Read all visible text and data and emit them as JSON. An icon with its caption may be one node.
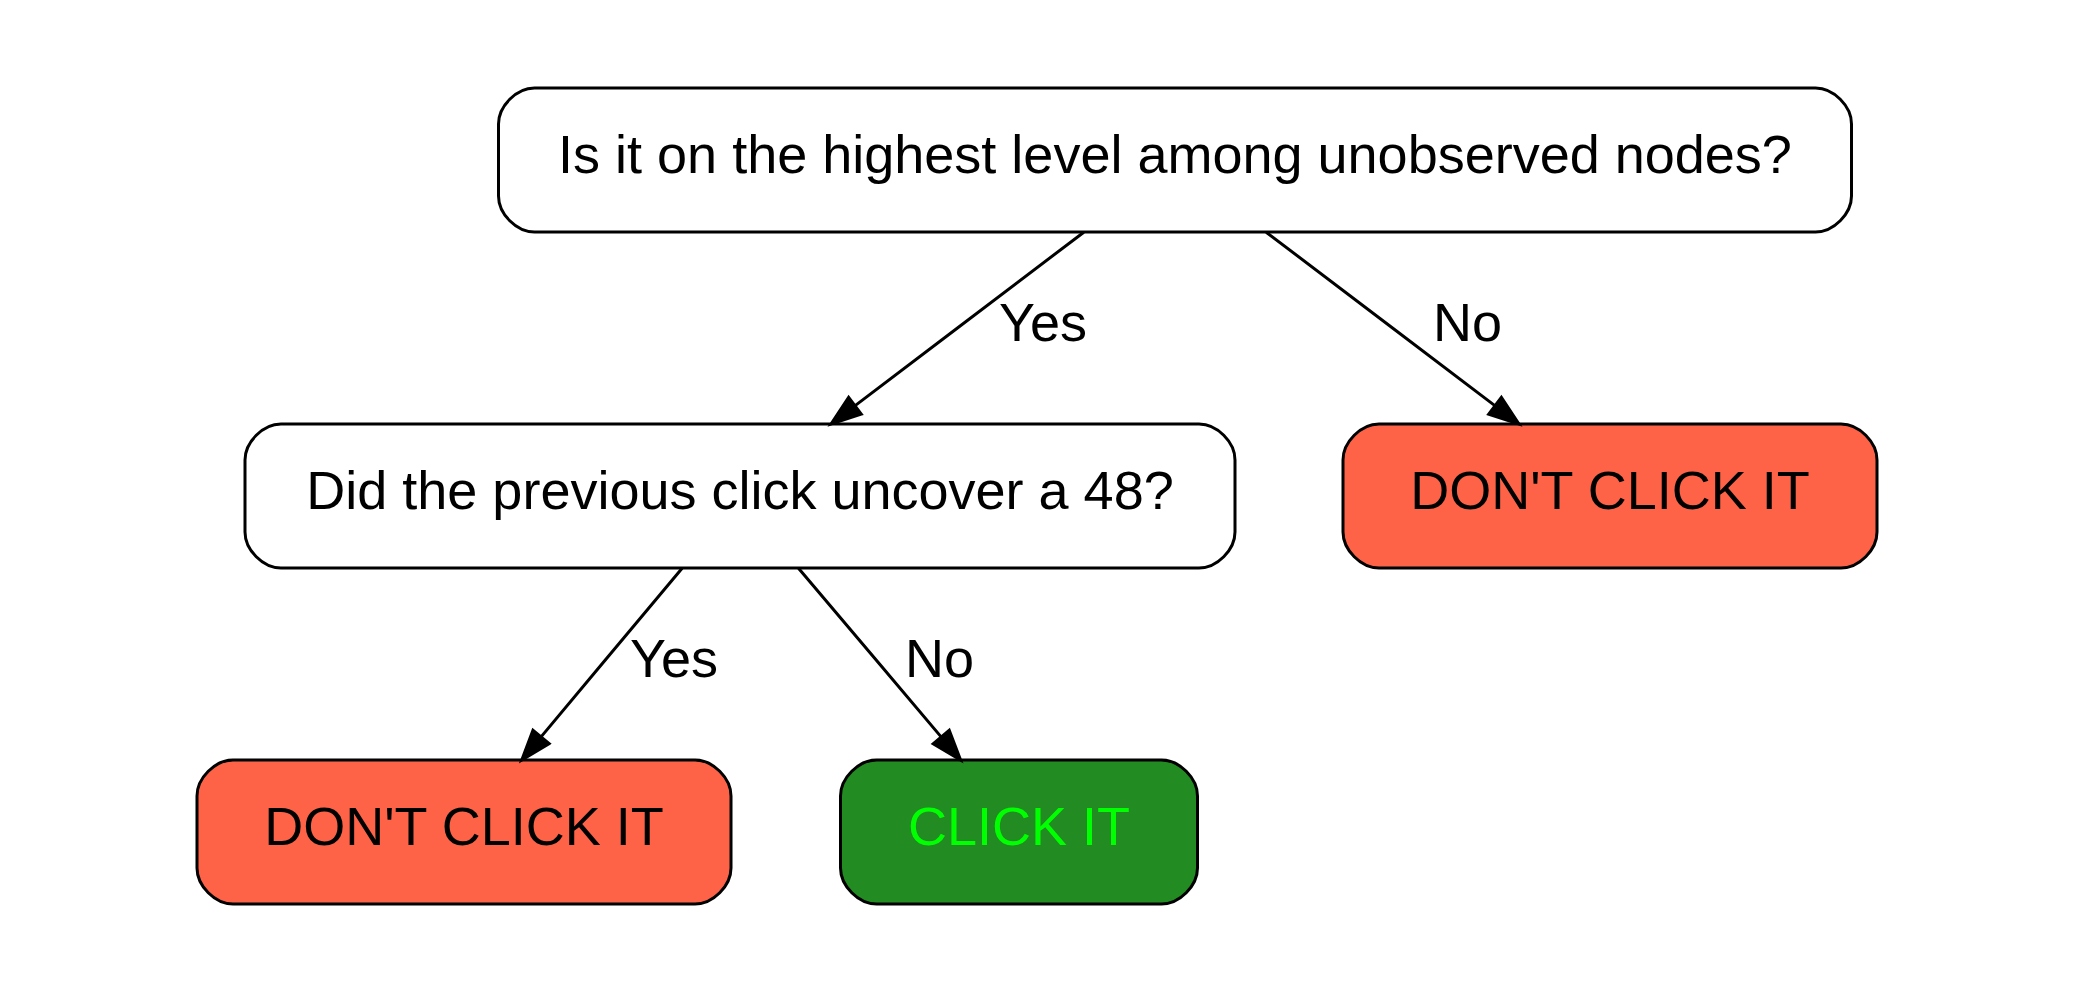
{
  "diagram": {
    "nodes": [
      {
        "text": [
          "Is it on the highest level among unobserved nodes?"
        ]
      },
      {
        "text": [
          "Did the previous click uncover a 48?"
        ]
      },
      {
        "text": [
          "DON'T CLICK IT"
        ]
      },
      {
        "text": [
          "DON'T CLICK IT"
        ]
      },
      {
        "text": [
          "CLICK IT"
        ]
      }
    ],
    "edges": [
      {
        "from": 0,
        "to": 1,
        "arrow": "to",
        "label": "Yes"
      },
      {
        "from": 0,
        "to": 2,
        "arrow": "to",
        "label": "No"
      },
      {
        "from": 1,
        "to": 3,
        "arrow": "to",
        "label": "Yes"
      },
      {
        "from": 1,
        "to": 4,
        "arrow": "to",
        "label": "No"
      }
    ]
  }
}
